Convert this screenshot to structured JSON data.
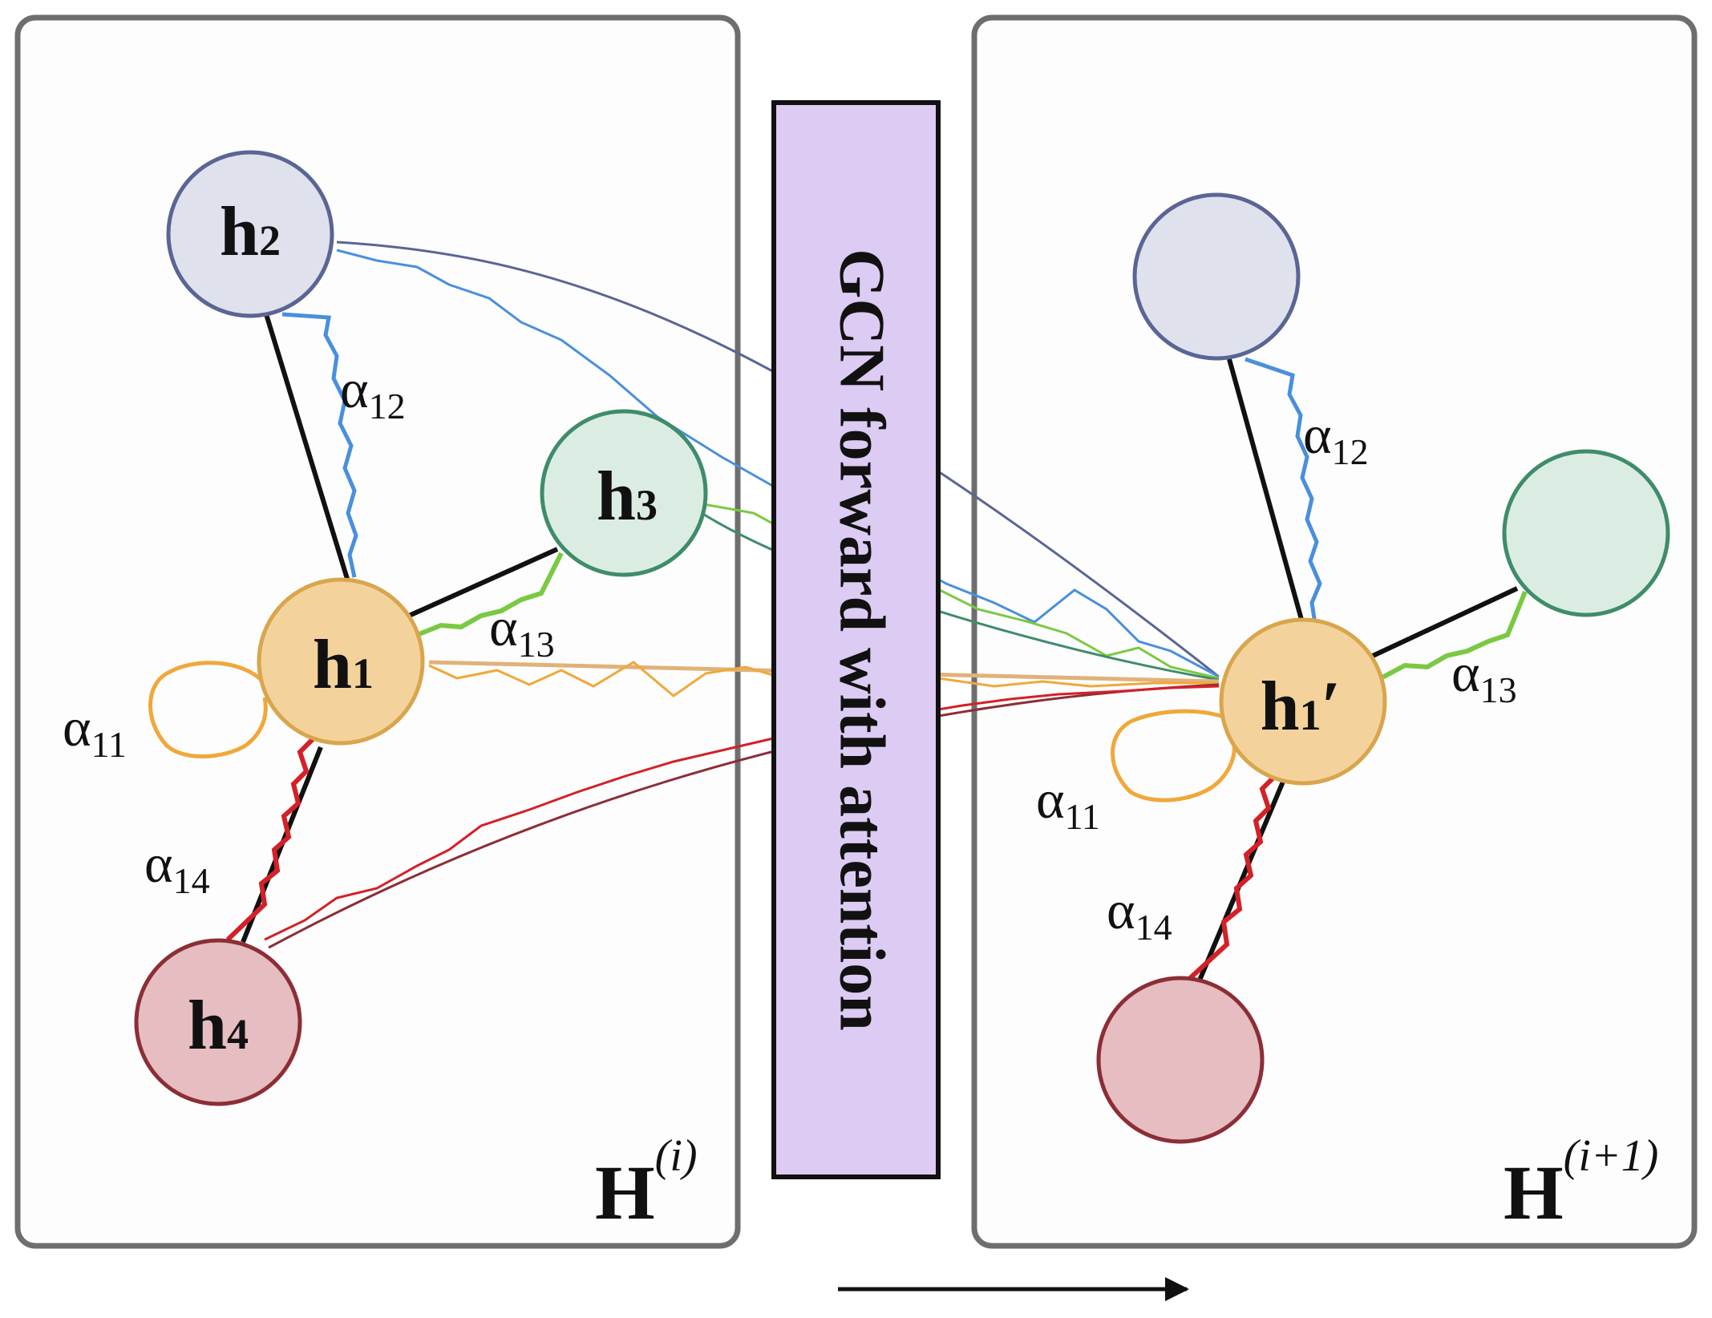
{
  "center_block": {
    "label": "GCN forward with attention"
  },
  "left_panel": {
    "layer_label": {
      "main": "H",
      "sup": "(i)"
    },
    "nodes": [
      {
        "id": "h1",
        "letter": "h",
        "index": "1",
        "fill": "#f3d39b",
        "stroke": "#d9a54d"
      },
      {
        "id": "h2",
        "letter": "h",
        "index": "2",
        "fill": "#dfe1ec",
        "stroke": "#5b6594"
      },
      {
        "id": "h3",
        "letter": "h",
        "index": "3",
        "fill": "#dbede3",
        "stroke": "#3f8c6a"
      },
      {
        "id": "h4",
        "letter": "h",
        "index": "4",
        "fill": "#e6bdc1",
        "stroke": "#8c2e36"
      }
    ],
    "attention": [
      {
        "symbol": "α",
        "sub": "12",
        "color": "#4a8fdc"
      },
      {
        "symbol": "α",
        "sub": "13",
        "color": "#7ac943"
      },
      {
        "symbol": "α",
        "sub": "11",
        "color": "#f0a83a"
      },
      {
        "symbol": "α",
        "sub": "14",
        "color": "#d42027"
      }
    ]
  },
  "right_panel": {
    "layer_label": {
      "main": "H",
      "sup": "(i+1)"
    },
    "center_node": {
      "letter": "h",
      "index": "1",
      "prime": "′"
    },
    "attention": [
      {
        "symbol": "α",
        "sub": "12"
      },
      {
        "symbol": "α",
        "sub": "13"
      },
      {
        "symbol": "α",
        "sub": "11"
      },
      {
        "symbol": "α",
        "sub": "14"
      }
    ]
  },
  "colors": {
    "blue": "#4a8fdc",
    "navy": "#5b6594",
    "green": "#7ac943",
    "teal": "#3f8c6a",
    "orange": "#f0a83a",
    "tan": "#e0b27a",
    "red": "#d42027",
    "dark_red": "#8c2e36",
    "gcn_fill": "#dccbf2"
  }
}
